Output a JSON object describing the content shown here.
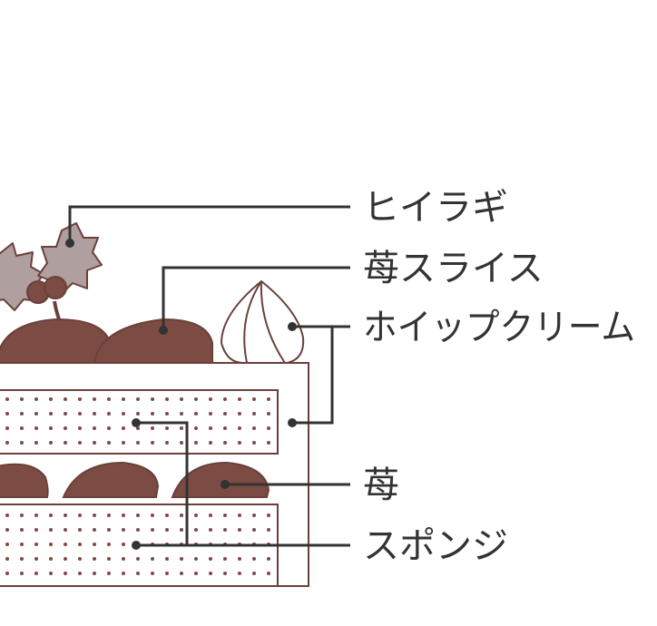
{
  "labels": {
    "holly": "ヒイラギ",
    "strawberry_slice": "苺スライス",
    "whipped_cream": "ホイップクリーム",
    "strawberry": "苺",
    "sponge": "スポンジ"
  },
  "colors": {
    "outline": "#6b403a",
    "strawberry": "#7c4b44",
    "holly": "#b09f9f",
    "berry": "#7c4b44",
    "leader": "#333333",
    "dots": "#7c4b44"
  }
}
